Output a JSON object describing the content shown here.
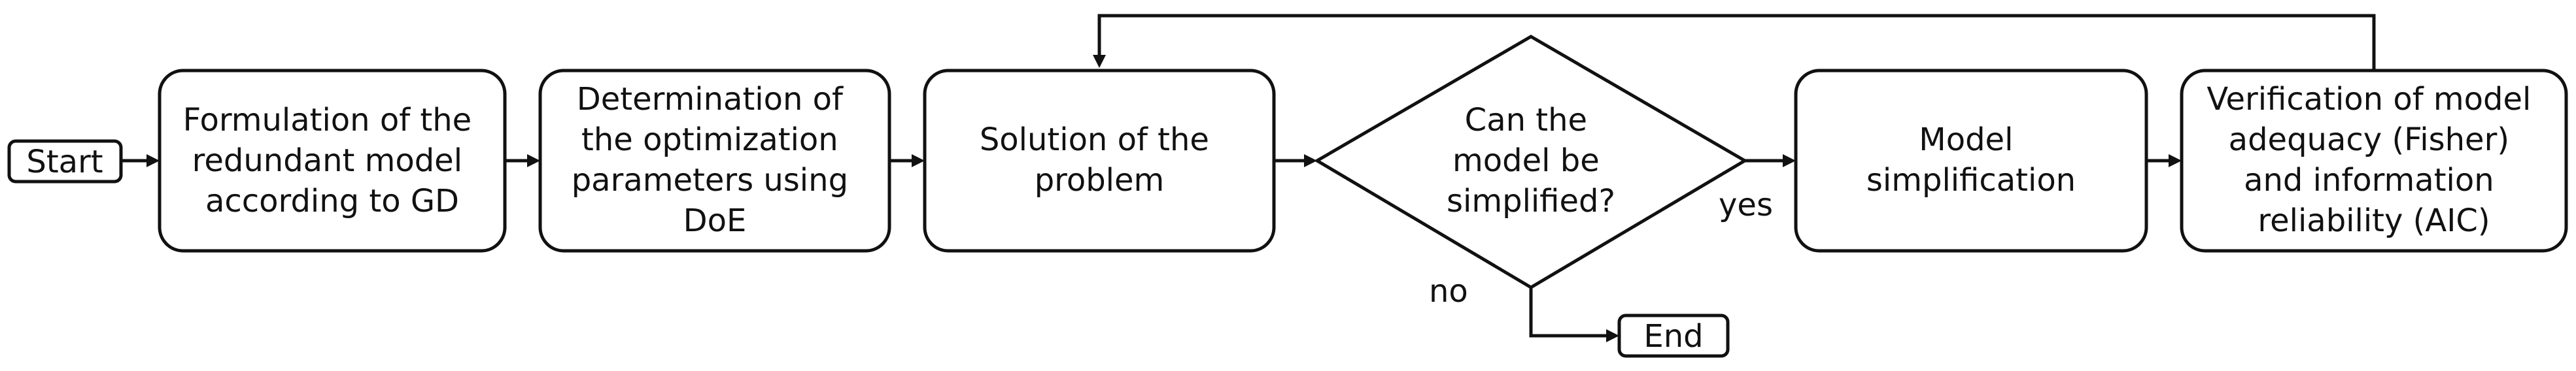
{
  "nodes": {
    "start": "Start",
    "formulation": [
      "Formulation of the",
      "redundant model",
      "according to GD"
    ],
    "determination": [
      "Determination of",
      "the optimization",
      "parameters using",
      "DoE"
    ],
    "solution": [
      "Solution of the",
      "problem"
    ],
    "decision": [
      "Can the",
      "model be",
      "simplified?"
    ],
    "simplification": [
      "Model",
      "simplification"
    ],
    "verification": [
      "Verification of model",
      "adequacy (Fisher)",
      "and information",
      "reliability (AIC)"
    ],
    "end": "End"
  },
  "edge_labels": {
    "yes": "yes",
    "no": "no"
  },
  "colors": {
    "stroke": "#111111",
    "fill": "#ffffff",
    "text": "#111111"
  }
}
